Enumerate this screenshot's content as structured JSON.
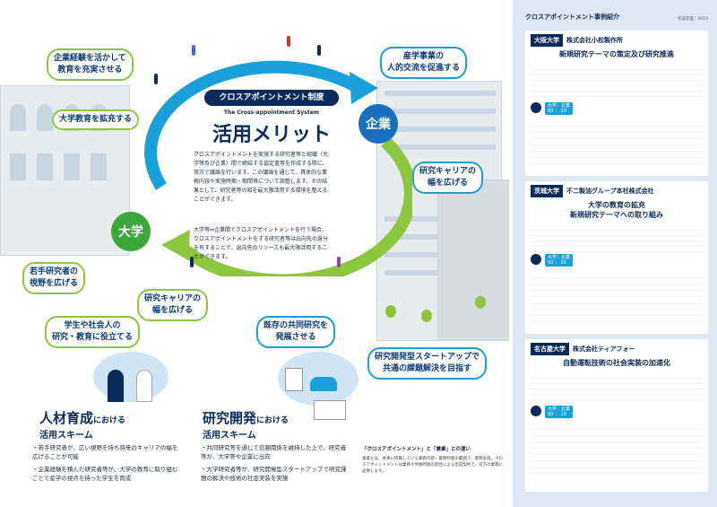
{
  "center": {
    "pill": "クロスアポイントメント制度",
    "sub": "The Cross-appointment System",
    "title": "活用メリット",
    "p1": "クロスアポイントメントを実施する研究者等と組織（大学等及び企業）間で締結する協定書等を作成する際に、双方で議論を行います。この議論を通じて、具体的な業務内容や実施時期・期間等について調整します。その結果として、研究者等の知を最大限活用する環境を整えることができます。",
    "p2": "大学等⇔企業間でクロスアポイントメントを行う場合、クロスアポイントメントをする研究者等は出向先の身分を有することで、出向先のリソースも最大限活用することができます。"
  },
  "circles": {
    "univ": "大学",
    "corp": "企業"
  },
  "bubbles": {
    "b1": "企業経験を活かして\n教育を充実させる",
    "b2": "大学教育を拡充する",
    "b3": "若手研究者の\n視野を広げる",
    "b4": "研究キャリアの\n幅を広げる",
    "b5": "学生や社会人の\n研究・教育に役立てる",
    "b6": "産学事業の\n人的交流を促進する",
    "b7": "研究キャリアの\n幅を広げる",
    "b8": "既存の共同研究を\n発展させる",
    "b9": "研究開発型スタートアップで\n共通の課題解決を目指す"
  },
  "hr": {
    "t1": "人材育成",
    "t2": "における",
    "t3": "活用スキーム",
    "items": [
      "若手研究者が、広い視野を持ち将来のキャリアの幅を広げることが可能",
      "企業経験を積んだ研究者等が、大学の教育に取り組むことで産学の視点を持った学生を育成"
    ]
  },
  "rd": {
    "t1": "研究開発",
    "t2": "における",
    "t3": "活用スキーム",
    "items": [
      "共同研究等を通じて信頼関係を維持した上で、研究者等が、大学等や企業に出向",
      "大学研究者等が、研究開発型スタートアップで研究課題の解決や技術の社会実装を実施"
    ]
  },
  "note": {
    "title": "「クロスアポイントメント」と「兼業」との違い",
    "body": "兼業とは、本来に所属している業務内容・業務時間の範囲で、業務実施。クロスアポイントメントは業務や労働時間の割合による出向契約で、双方の業務に従事します。"
  },
  "right": {
    "header": "クロスアポイントメント事例紹介",
    "year": "作成年度：2019",
    "cards": [
      {
        "uni": "大阪大学",
        "comp": "株式会社小松製作所",
        "title": "新規研究テーマの策定及び研究推進",
        "ratio1": "大学：企業",
        "ratio2": "80 ： 20"
      },
      {
        "uni": "茨城大学",
        "comp": "不二製油グループ本社株式会社",
        "title": "大学の教育の拡充\n新規研究テーマへの取り組み",
        "ratio1": "大学：企業",
        "ratio2": "50 ： 50"
      },
      {
        "uni": "名古屋大学",
        "comp": "株式会社ティアフォー",
        "title": "自動運転技術の社会実装の加速化",
        "ratio1": "大学：企業",
        "ratio2": "90 ： 10"
      }
    ]
  },
  "colors": {
    "green": "#8dc63f",
    "blue": "#1aa0d8",
    "navy": "#0b2a5c"
  }
}
